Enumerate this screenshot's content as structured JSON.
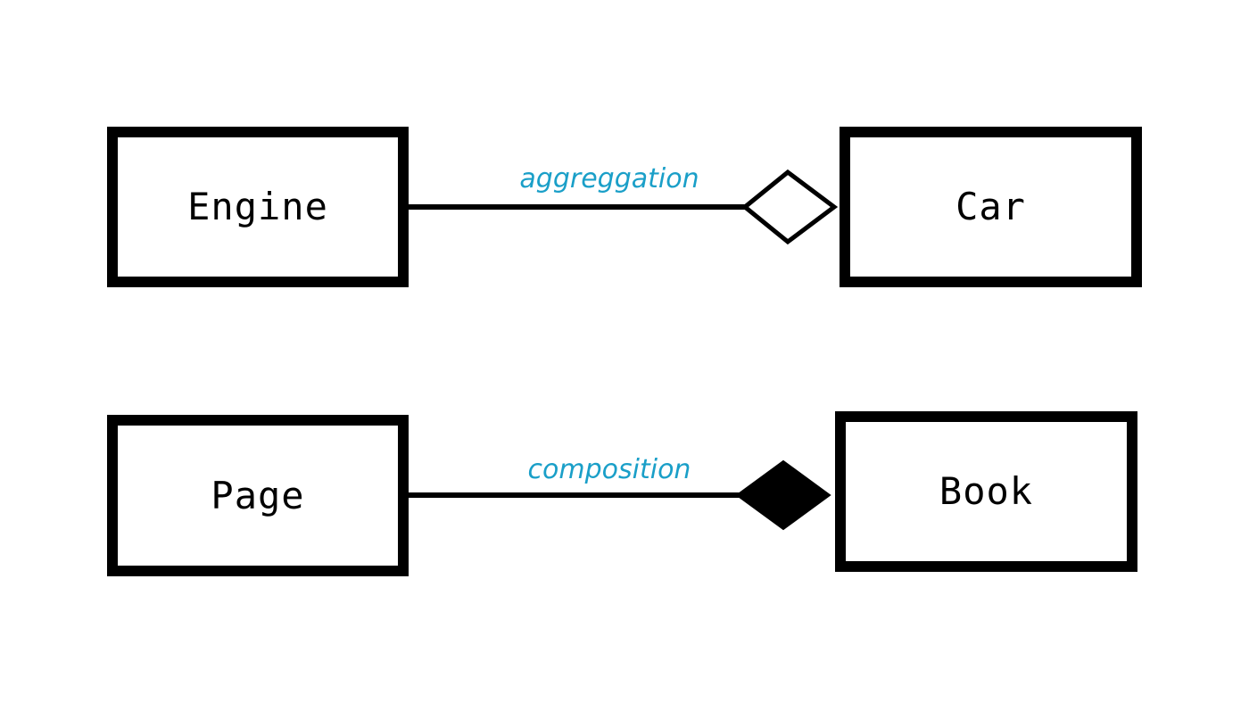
{
  "colors": {
    "stroke": "#000000",
    "background": "#ffffff",
    "label": "#1a9fc8"
  },
  "relations": [
    {
      "whole": "Car",
      "part": "Engine",
      "label": "aggreggation",
      "diamond": "hollow-diamond-icon"
    },
    {
      "whole": "Book",
      "part": "Page",
      "label": "composition",
      "diamond": "filled-diamond-icon"
    }
  ]
}
